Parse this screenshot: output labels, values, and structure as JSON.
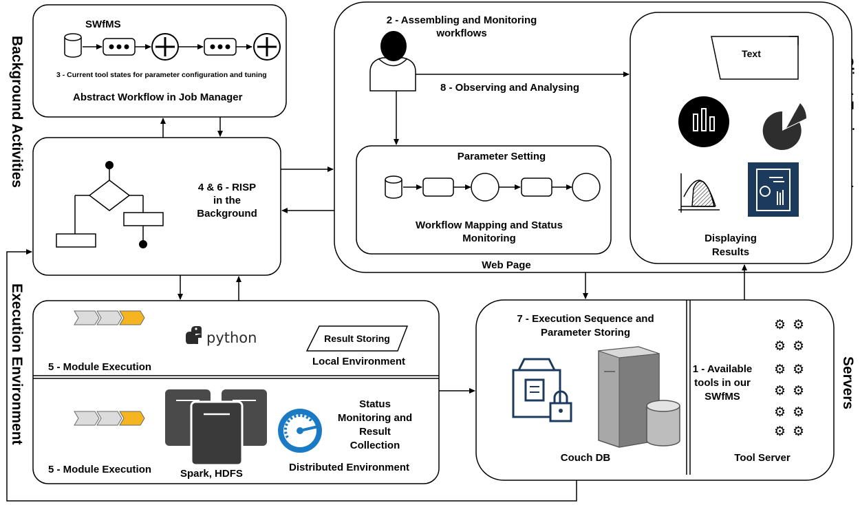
{
  "side_labels": {
    "background": "Background Activities",
    "execution": "Execution Environment",
    "client": "Client Environment",
    "servers": "Servers"
  },
  "abstract_workflow": {
    "swfms": "SWfMS",
    "step3": "3 - Current tool states for parameter configuration and tuning",
    "title": "Abstract Workflow in Job Manager"
  },
  "risp": {
    "line1": "4 & 6 - RISP",
    "line2": "in the",
    "line3": "Background"
  },
  "web_page": {
    "step2_line1": "2 - Assembling and Monitoring",
    "step2_line2": "workflows",
    "step8": "8 - Observing and Analysing",
    "param_title": "Parameter Setting",
    "mapping_line1": "Workflow Mapping and Status",
    "mapping_line2": "Monitoring",
    "label": "Web Page"
  },
  "display": {
    "text_doc": "Text",
    "line1": "Displaying",
    "line2": "Results"
  },
  "local_env": {
    "module": "5 - Module Execution",
    "python": "python",
    "result": "Result Storing",
    "label": "Local Environment"
  },
  "dist_env": {
    "module": "5 - Module Execution",
    "spark": "Spark, HDFS",
    "status_line1": "Status",
    "status_line2": "Monitoring and",
    "status_line3": "Result",
    "status_line4": "Collection",
    "label": "Distributed Environment"
  },
  "servers": {
    "step7_line1": "7 - Execution Sequence and",
    "step7_line2": "Parameter Storing",
    "couch": "Couch DB",
    "tools_line1": "1 - Available",
    "tools_line2": "tools in our",
    "tools_line3": "SWfMS",
    "tool_server": "Tool Server"
  },
  "colors": {
    "chevron_grey": "#dcdcdc",
    "chevron_gold": "#f5b520",
    "navy": "#1b3a5c",
    "server_grey": "#4a4a4a",
    "gauge_blue": "#1a7bc4",
    "python_dark": "#2b2b2b"
  }
}
